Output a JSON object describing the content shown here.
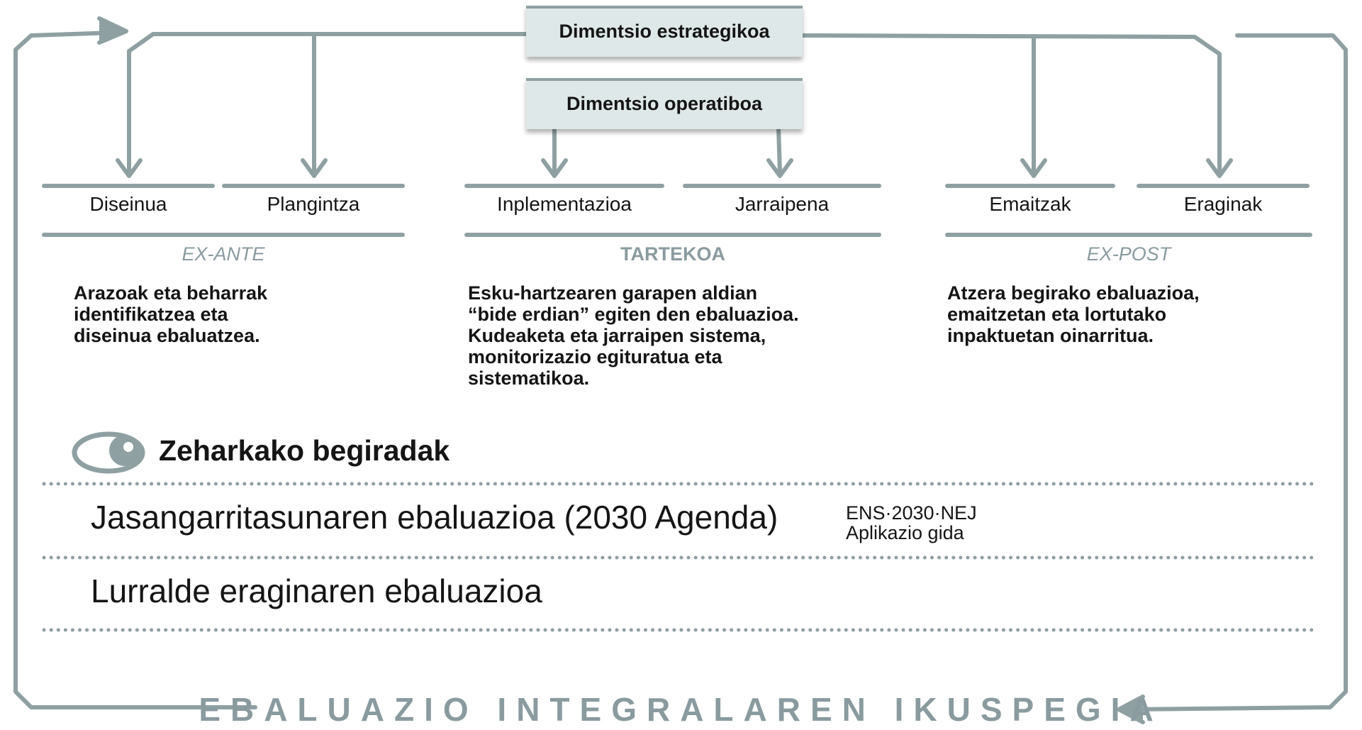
{
  "header": {
    "strategic_label": "Dimentsio estrategikoa",
    "operative_label": "Dimentsio operatiboa"
  },
  "phases": {
    "ex_ante": {
      "title": "EX-ANTE",
      "items": [
        "Diseinua",
        "Plangintza"
      ],
      "description": [
        "Arazoak eta beharrak",
        "identifikatzea eta",
        "diseinua ebaluatzea."
      ]
    },
    "tartekoa": {
      "title": "TARTEKOA",
      "items": [
        "Inplementazioa",
        "Jarraipena"
      ],
      "description": [
        "Esku-hartzearen garapen aldian",
        "“bide erdian” egiten den ebaluazioa.",
        "Kudeaketa eta jarraipen sistema,",
        "monitorizazio egituratua eta",
        "sistematikoa."
      ]
    },
    "ex_post": {
      "title": "EX-POST",
      "items": [
        "Emaitzak",
        "Eraginak"
      ],
      "description": [
        "Atzera begirako ebaluazioa,",
        "emaitzetan eta lortutako",
        "inpaktuetan oinarritua."
      ]
    }
  },
  "cross_views": {
    "title": "Zeharkako begiradak",
    "rows": [
      {
        "text": "Jasangarritasunaren ebaluazioa (2030 Agenda)",
        "guide_line1": "ENS·2030·NEJ",
        "guide_line2": "Aplikazio gida"
      },
      {
        "text": "Lurralde eraginaren ebaluazioa"
      }
    ]
  },
  "footer": {
    "label": "EBALUAZIO INTEGRALAREN IKUSPEGIA"
  },
  "colors": {
    "line": "#8fa0a3",
    "box": "#dfe8e8",
    "accent_text": "#8a9ba0"
  }
}
